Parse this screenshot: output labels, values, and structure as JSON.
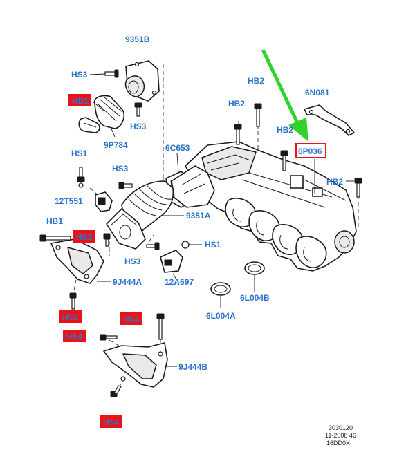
{
  "labels": {
    "l_9351b": "9351B",
    "l_hs3_top": "HS3",
    "l_hd1": "HD1",
    "l_hs3_mid": "HS3",
    "l_9p784": "9P784",
    "l_hb2_a": "HB2",
    "l_hb2_b": "HB2",
    "l_6n081": "6N081",
    "l_hb2_c": "HB2",
    "l_6c653": "6C653",
    "l_hs1_a": "HS1",
    "l_hs3_b": "HS3",
    "l_6p036": "6P036",
    "l_hb2_d": "HB2",
    "l_12t551": "12T551",
    "l_9351a": "9351A",
    "l_hb1": "HB1",
    "l_hs2_a": "HS2",
    "l_hs1_b": "HS1",
    "l_hs3_c": "HS3",
    "l_9j444a": "9J444A",
    "l_12a697": "12A697",
    "l_6l004b": "6L004B",
    "l_6l004a": "6L004A",
    "l_hs2_b": "HS2",
    "l_hs4_a": "HS4",
    "l_hs4_b": "HS4",
    "l_9j444b": "9J444B",
    "l_hs4_c": "HS4"
  },
  "footer": {
    "line1": "3030120",
    "line2": "11-2008 46",
    "line3": "16DD0X"
  },
  "colors": {
    "label_blue": "#2b73c9",
    "highlight_red": "#e8141a",
    "arrow_green": "#2fd32a",
    "outline": "#1a1a1a"
  }
}
